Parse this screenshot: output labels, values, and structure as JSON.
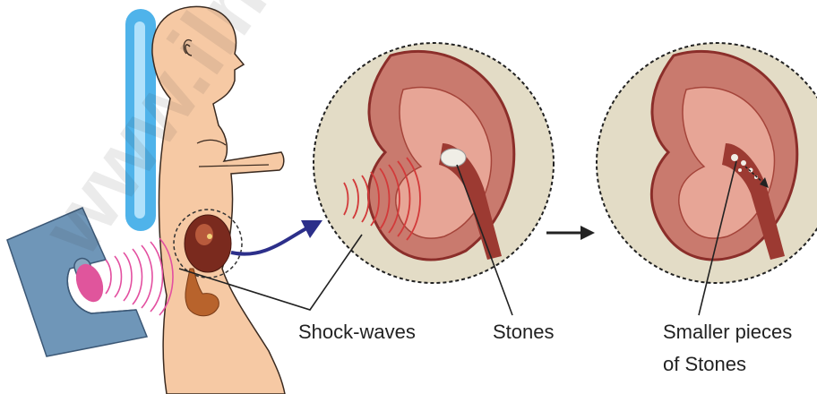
{
  "labels": {
    "shock_waves": "Shock-waves",
    "stones": "Stones",
    "smaller_pieces_line1": "Smaller pieces",
    "smaller_pieces_line2": "of Stones"
  },
  "watermark": "www.ilm",
  "colors": {
    "skin": "#f6c9a4",
    "skin_outline": "#3a2a20",
    "kidney_cortex": "#c97a6e",
    "kidney_dark": "#8b2e2a",
    "inset_bg": "#e3dcc6",
    "lithotripter": "#6f96b8",
    "transducer_pink": "#e0559c",
    "wave_pink": "#e34fa0",
    "wave_red": "#d23a3a",
    "beam_blue": "#4fb3ea",
    "arrow_navy": "#2c2f8a",
    "bladder": "#b8632c"
  }
}
